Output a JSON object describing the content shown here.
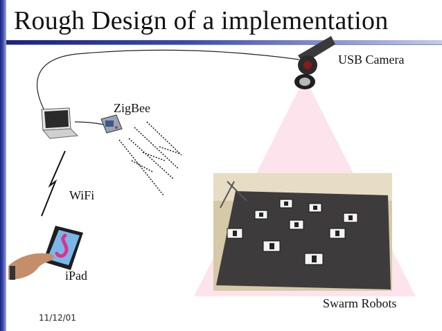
{
  "slide": {
    "title": "Rough Design of a implementation",
    "date": "11/12/01"
  },
  "labels": {
    "usb_camera": "USB Camera",
    "zigbee": "ZigBee",
    "wifi": "WiFi",
    "ipad": "iPad",
    "swarm_robots": "Swarm Robots"
  },
  "colors": {
    "accent_bar": "#1a237e",
    "camera_cone": "#fde4ec",
    "arena": "#3e3b3d"
  }
}
